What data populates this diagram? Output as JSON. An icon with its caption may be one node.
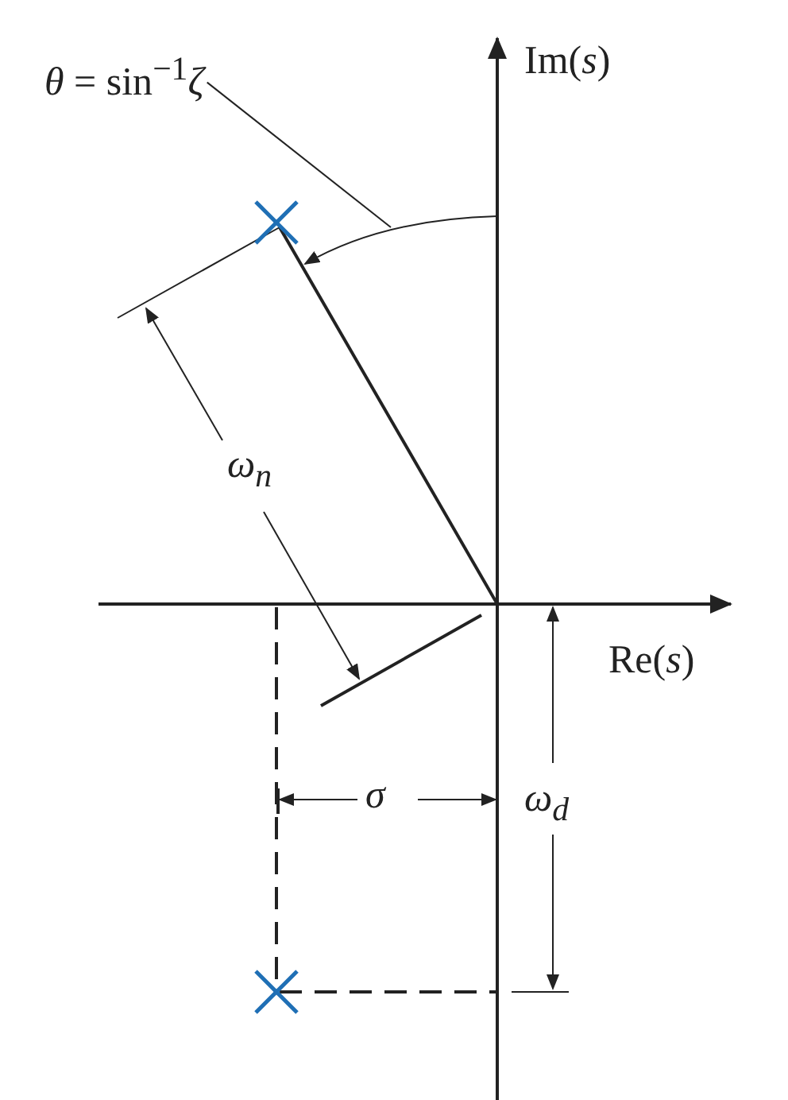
{
  "diagram": {
    "nodes": [
      {
        "text": [
          "*θ* = sin$^{−1}$*ζ*"
        ]
      },
      {
        "text": [],
        "shape": "arc"
      }
    ],
    "edges": [
      {
        "from": 0,
        "to": 1,
        "arrow": "none"
      }
    ],
    "labels": [
      "Im(*s*)",
      "ω$_{n}$",
      "Re(*s*)",
      "σ",
      "ω$_{d}$"
    ]
  }
}
